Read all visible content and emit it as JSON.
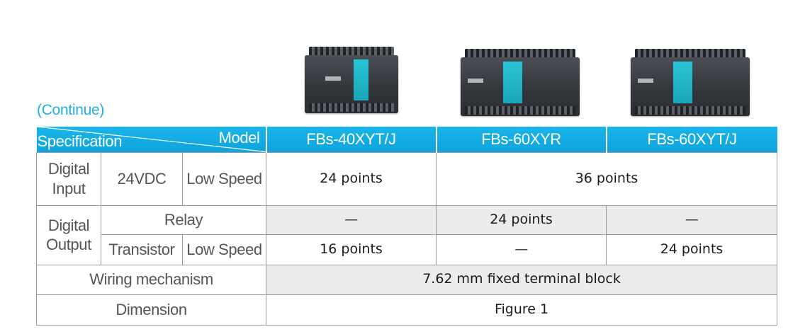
{
  "continue_label": "(Continue)",
  "header": {
    "model_label": "Model",
    "spec_label": "Specification",
    "models": [
      "FBs-40XYT/J",
      "FBs-60XYR",
      "FBs-60XYT/J"
    ]
  },
  "rows": {
    "digital_input": {
      "label": "Digital Input",
      "voltage": "24VDC",
      "speed": "Low Speed",
      "values": [
        "24 points",
        "36 points"
      ]
    },
    "digital_output": {
      "label": "Digital Output",
      "relay": {
        "label": "Relay",
        "values": [
          "—",
          "24 points",
          "—"
        ]
      },
      "transistor": {
        "label": "Transistor",
        "speed": "Low Speed",
        "values": [
          "16 points",
          "—",
          "24 points"
        ]
      }
    },
    "wiring": {
      "label": "Wiring mechanism",
      "value": "7.62 mm fixed terminal block"
    },
    "dimension": {
      "label": "Dimension",
      "value": "Figure 1"
    }
  },
  "colors": {
    "accent": "#19b5ea",
    "header_text": "#ffffff",
    "shade": "#ececec"
  }
}
